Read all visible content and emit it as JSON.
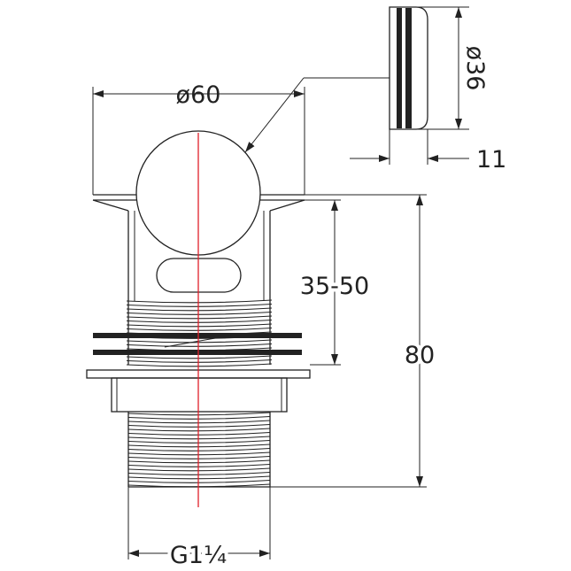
{
  "dimensions": {
    "cap_diameter": "ø60",
    "side_diameter": "ø36",
    "cap_thickness": "11",
    "clamp_range": "35-50",
    "overall_height": "80",
    "thread_size": "G1¼"
  },
  "colors": {
    "line": "#222222",
    "centerline": "#e0202a",
    "background": "#ffffff"
  }
}
